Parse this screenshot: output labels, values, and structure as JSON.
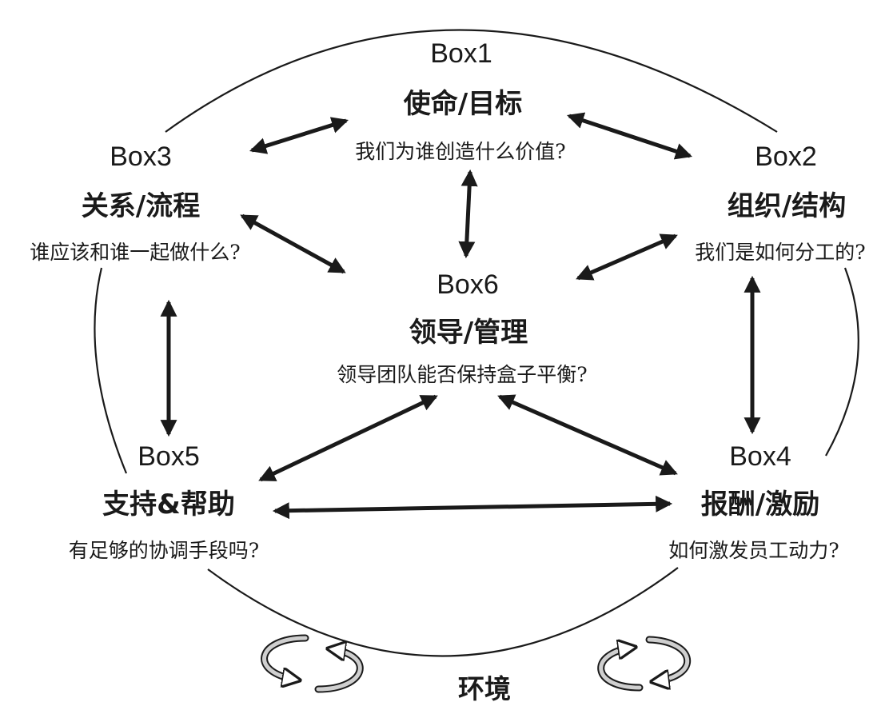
{
  "boxes": {
    "box1": {
      "id": "Box1",
      "title": "使命/目标",
      "question": "我们为谁创造什么价值?"
    },
    "box2": {
      "id": "Box2",
      "title": "组织/结构",
      "question": "我们是如何分工的?"
    },
    "box3": {
      "id": "Box3",
      "title": "关系/流程",
      "question": "谁应该和谁一起做什么?"
    },
    "box4": {
      "id": "Box4",
      "title": "报酬/激励",
      "question": "如何激发员工动力?"
    },
    "box5": {
      "id": "Box5",
      "title": "支持&帮助",
      "question": "有足够的协调手段吗?"
    },
    "box6": {
      "id": "Box6",
      "title": "领导/管理",
      "question": "领导团队能否保持盒子平衡?"
    }
  },
  "environment": {
    "label": "环境"
  },
  "colors": {
    "ink": "#1a1a1a",
    "swirl_fill": "#cfcfcf"
  }
}
